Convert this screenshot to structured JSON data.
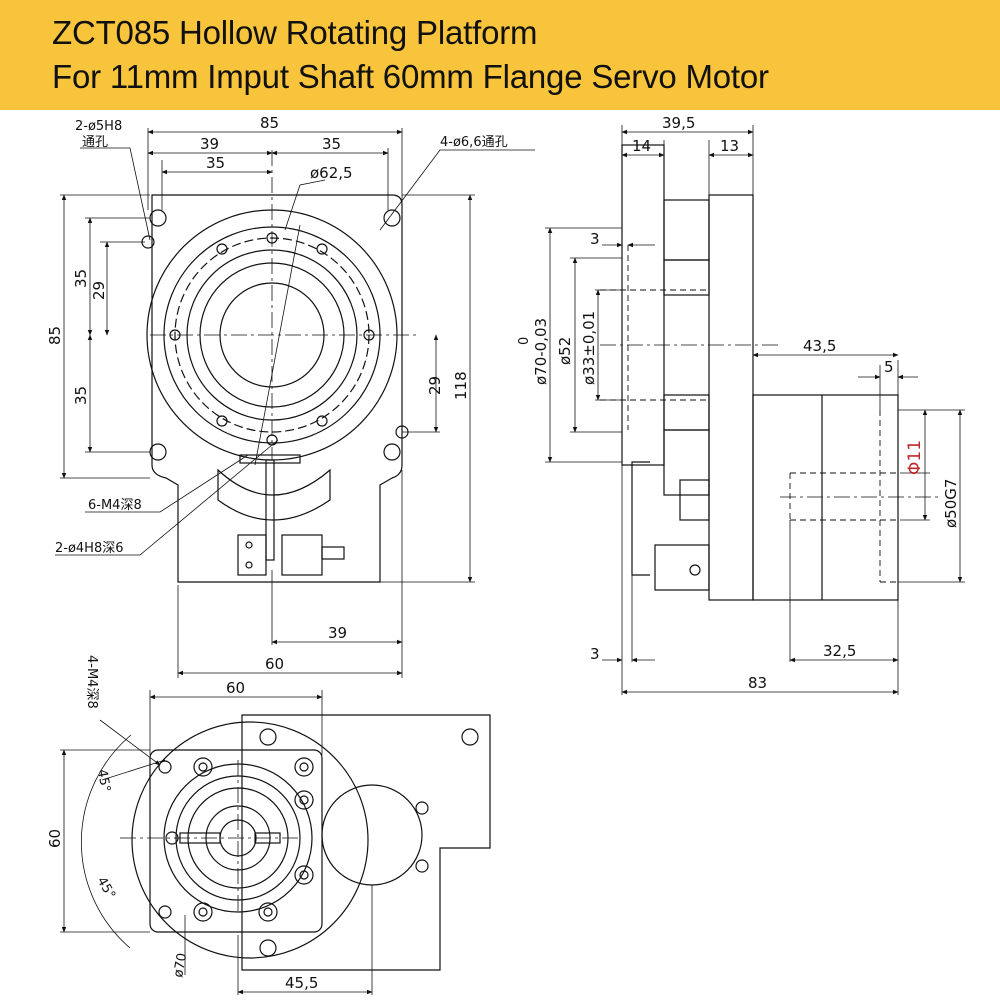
{
  "title": {
    "line1": "ZCT085 Hollow Rotating Platform",
    "line2": "For 11mm Imput Shaft 60mm Flange Servo Motor"
  },
  "front_view": {
    "dim_width_top": "85",
    "dim_39": "39",
    "dim_35_right": "35",
    "dim_35_inner": "35",
    "dim_phi625": "ø62,5",
    "callout_pins": "2-ø5H8",
    "callout_pins_sub": "通孔",
    "callout_holes": "4-ø6,6通孔",
    "dim_height_left": "85",
    "dim_35_upper": "35",
    "dim_35_lower": "35",
    "dim_29_left": "29",
    "dim_29_right": "29",
    "dim_118": "118",
    "callout_m4": "6-M4深8",
    "callout_pin2": "2-ø4H8深6",
    "dim_39_bottom": "39",
    "dim_60_bottom": "60"
  },
  "side_view": {
    "dim_395": "39,5",
    "dim_14": "14",
    "dim_13": "13",
    "dim_3_top": "3",
    "dim_phi70_tol": "0",
    "dim_phi70": "ø70-0,03",
    "dim_phi52": "ø52",
    "dim_phi33": "ø33±0,01",
    "dim_435": "43,5",
    "dim_5": "5",
    "dim_phi11": "Φ11",
    "dim_phi50": "ø50G7",
    "dim_3_bottom": "3",
    "dim_325": "32,5",
    "dim_83": "83"
  },
  "bottom_view": {
    "dim_60_top": "60",
    "callout_m4": "4-M4深8",
    "angle_45_top": "45°",
    "angle_45_bottom": "45°",
    "dim_60_left": "60",
    "dim_phi70": "ø70",
    "dim_455": "45,5"
  },
  "colors": {
    "banner": "#f8c43c",
    "highlight": "#c0282a"
  }
}
